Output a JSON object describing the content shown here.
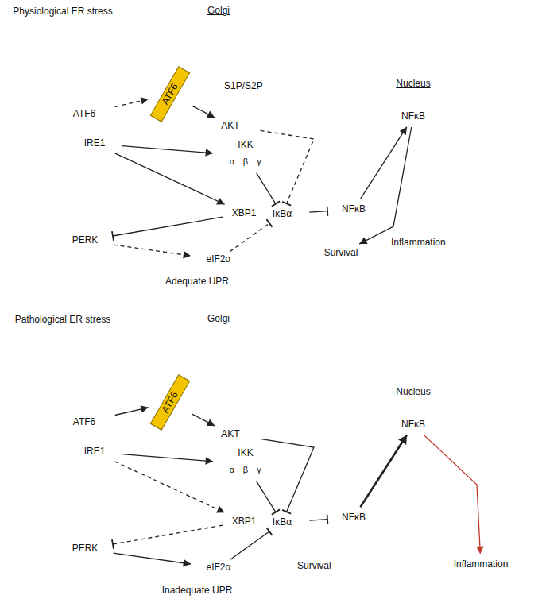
{
  "diagram": {
    "nodes": [
      {
        "text": [
          "Physiological ER stress"
        ]
      },
      {
        "text": [
          "Golgi"
        ]
      },
      {
        "text": [
          "ATF6"
        ]
      },
      {
        "text": [
          "ATF6"
        ]
      },
      {
        "text": [
          "AKT"
        ]
      },
      {
        "text": [
          "IRE1"
        ]
      },
      {
        "text": [
          "IKK"
        ]
      },
      {
        "text": [
          "α"
        ],
        "in": 6
      },
      {
        "text": [
          "β"
        ],
        "in": 6
      },
      {
        "text": [
          "γ"
        ],
        "in": 6
      },
      {
        "text": [
          "XBP1"
        ]
      },
      {
        "text": [
          "PERK"
        ]
      },
      {
        "text": [
          "eIF2α"
        ]
      },
      {
        "text": [
          "IκBα"
        ]
      },
      {
        "text": [
          "NFκB"
        ]
      },
      {
        "text": [
          "Nucleus"
        ]
      },
      {
        "text": [
          "NFκB"
        ],
        "in": 15
      },
      {
        "text": [
          "Survival"
        ]
      },
      {
        "text": [
          "Adequate UPR"
        ]
      },
      {
        "text": [
          "Pathological ER stress"
        ]
      },
      {
        "text": [
          "Golgi"
        ]
      },
      {
        "text": [
          "ATF6"
        ]
      },
      {
        "text": [
          "ATF6"
        ]
      },
      {
        "text": [
          "AKT"
        ]
      },
      {
        "text": [
          "IRE1"
        ]
      },
      {
        "text": [
          "IKK"
        ]
      },
      {
        "text": [
          "α"
        ],
        "in": 25
      },
      {
        "text": [
          "β"
        ],
        "in": 25
      },
      {
        "text": [
          "γ"
        ],
        "in": 25
      },
      {
        "text": [
          "XBP1"
        ]
      },
      {
        "text": [
          "PERK"
        ]
      },
      {
        "text": [
          "eIF2α"
        ]
      },
      {
        "text": [
          "IκBα"
        ]
      },
      {
        "text": [
          "NFκB"
        ]
      },
      {
        "text": [
          "Nucleus"
        ]
      },
      {
        "text": [
          "NFκB"
        ],
        "in": 34
      },
      {
        "text": [
          "Inflammation"
        ]
      },
      {
        "text": [
          "Inadequate UPR"
        ]
      }
    ],
    "edges": [
      {
        "from": 2,
        "to": 3,
        "arrow": "to"
      },
      {
        "from": 3,
        "to": 4,
        "arrow": "to"
      },
      {
        "from": 4,
        "to": 13,
        "arrow": "to"
      },
      {
        "from": 5,
        "to": 6,
        "arrow": "to"
      },
      {
        "from": 5,
        "to": 10,
        "arrow": "to"
      },
      {
        "from": 6,
        "to": 13,
        "arrow": "to"
      },
      {
        "from": 10,
        "to": 11,
        "arrow": "to"
      },
      {
        "from": 11,
        "to": 12,
        "arrow": "to"
      },
      {
        "from": 12,
        "to": 13,
        "arrow": "to"
      },
      {
        "from": 13,
        "to": 14,
        "arrow": "to"
      },
      {
        "from": 14,
        "to": 16,
        "arrow": "to"
      },
      {
        "from": 16,
        "to": 17,
        "arrow": "to"
      },
      {
        "from": 21,
        "to": 22,
        "arrow": "to"
      },
      {
        "from": 22,
        "to": 23,
        "arrow": "to"
      },
      {
        "from": 23,
        "to": 32,
        "arrow": "to"
      },
      {
        "from": 24,
        "to": 25,
        "arrow": "to"
      },
      {
        "from": 24,
        "to": 29,
        "arrow": "to"
      },
      {
        "from": 25,
        "to": 32,
        "arrow": "to"
      },
      {
        "from": 29,
        "to": 30,
        "arrow": "to"
      },
      {
        "from": 30,
        "to": 31,
        "arrow": "to"
      },
      {
        "from": 31,
        "to": 32,
        "arrow": "to"
      },
      {
        "from": 32,
        "to": 33,
        "arrow": "to"
      },
      {
        "from": 33,
        "to": 35,
        "arrow": "to"
      },
      {
        "from": 35,
        "to": 36,
        "arrow": "to"
      }
    ],
    "labels": [
      "S1P/S2P",
      "Inflammation",
      "Survival"
    ]
  }
}
